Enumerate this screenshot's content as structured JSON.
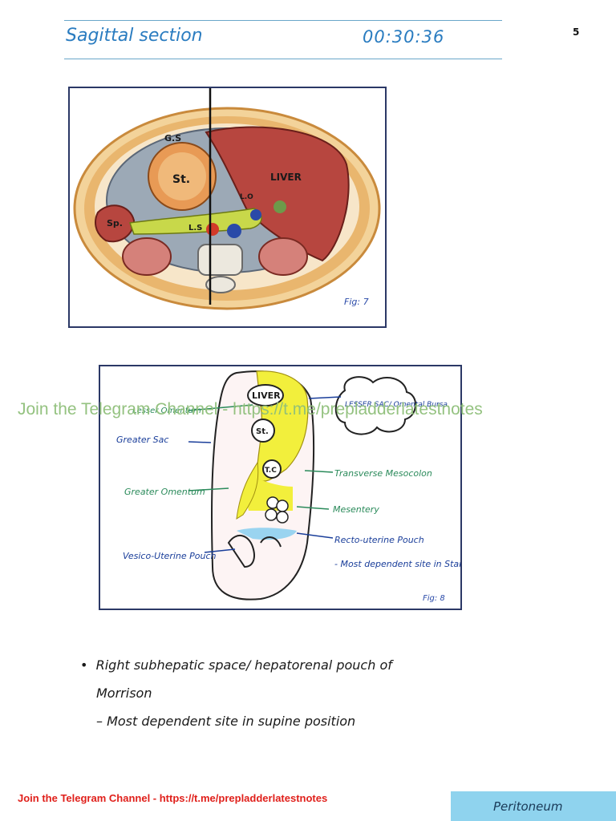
{
  "header": {
    "title": "Sagittal section",
    "timer": "00:30:36",
    "page_number": "5"
  },
  "figure1": {
    "label": "Fig: 7",
    "labels": {
      "gs": "G.S",
      "stomach": "St.",
      "liver": "LIVER",
      "spleen": "Sp.",
      "lesser_sac": "L.S",
      "lo": "L.O"
    }
  },
  "figure2": {
    "label": "Fig: 8",
    "labels": {
      "liver": "LIVER",
      "stomach": "St.",
      "tc": "T.C",
      "lesser_omentum": "Lesser Omentum",
      "greater_sac": "Greater Sac",
      "greater_omentum": "Greater Omentum",
      "vesico_uterine": "Vesico-Uterine Pouch",
      "lesser_sac": "LESSER SAC/ Omental Bursa",
      "transverse_mesocolon": "Transverse Mesocolon",
      "mesentery": "Mesentery",
      "recto_uterine": "Recto-uterine Pouch",
      "most_dependent": "- Most dependent site in Standing"
    }
  },
  "watermark": "Join the Telegram Channel - https://t.me/prepladderlatestnotes",
  "bullet": {
    "line1": "Right subhepatic space/ hepatorenal pouch of",
    "line2": "Morrison",
    "sub": "– Most dependent site in supine position"
  },
  "footer": {
    "link": "Join the Telegram Channel - https://t.me/prepladderlatestnotes",
    "topic": "Peritoneum"
  }
}
